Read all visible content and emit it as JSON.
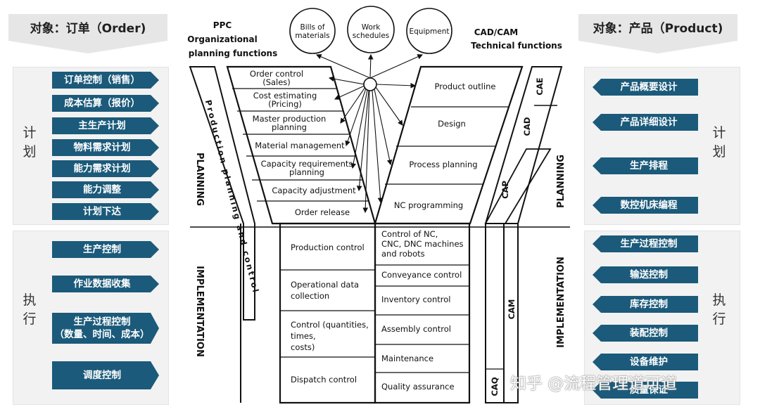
{
  "left_banner": "对象：订单（Order)",
  "right_banner": "对象：产品（Product)",
  "left": {
    "plan_label": "计\n划",
    "exec_label": "执\n行",
    "plan_items": [
      "订单控制（销售）",
      "成本估算（报价）",
      "主生产计划",
      "物料需求计划",
      "能力需求计划",
      "能力调整",
      "计划下达"
    ],
    "exec_items": [
      "生产控制",
      "作业数据收集",
      "生产过程控制\n（数量、时间、成本）",
      "调度控制"
    ]
  },
  "right": {
    "plan_label": "计\n划",
    "exec_label": "执\n行",
    "plan_items": [
      "产品概要设计",
      "产品详细设计",
      "生产排程",
      "数控机床编程"
    ],
    "exec_items": [
      "生产过程控制",
      "输送控制",
      "库存控制",
      "装配控制",
      "设备维护",
      "质量保证"
    ]
  },
  "diagram": {
    "ppc_title": [
      "PPC",
      "Organizational",
      "planning   functions"
    ],
    "cad_title": [
      "CAD/CAM",
      "Technical functions"
    ],
    "circles": [
      [
        "Bills of",
        "materials"
      ],
      [
        "Work",
        "schedules"
      ],
      [
        "Equipment"
      ]
    ],
    "ppc_planning_boxes": [
      [
        "Order control",
        "(Sales)"
      ],
      [
        "Cost estimating",
        "(Pricing)"
      ],
      [
        "Master production",
        "planning"
      ],
      [
        "Material management"
      ],
      [
        "Capacity requirements",
        "planning"
      ],
      [
        "Capacity adjustment"
      ],
      [
        "Order release"
      ]
    ],
    "ppc_implementation_boxes": [
      [
        "Production control"
      ],
      [
        "Operational data",
        "collection"
      ],
      [
        "Control   (quantities,",
        "times,",
        "costs)"
      ],
      [
        "Dispatch control"
      ]
    ],
    "cad_planning_boxes": [
      [
        "Product outline"
      ],
      [
        "Design"
      ],
      [
        "Process planning"
      ],
      [
        "NC programming"
      ]
    ],
    "cam_implementation_boxes": [
      [
        "Control of NC,",
        "CNC, DNC machines",
        "and robots"
      ],
      [
        "Conveyance control"
      ],
      [
        "Inventory control"
      ],
      [
        "Assembly control"
      ],
      [
        "Maintenance"
      ],
      [
        "Quality assurance"
      ]
    ],
    "planning_label": "PLANNING",
    "implementation_label": "IMPLEMENTATION",
    "ppc_band_label": "Production planning and control",
    "tags": [
      "CAE",
      "CAD",
      "CAP",
      "CAM",
      "CAQ"
    ]
  },
  "watermark": "知乎 @流程管理道可道",
  "colors": {
    "chevron": "#1b5a7a",
    "panel": "#f2f2f2",
    "banner": "#e6e6e6",
    "outline": "#111111"
  }
}
